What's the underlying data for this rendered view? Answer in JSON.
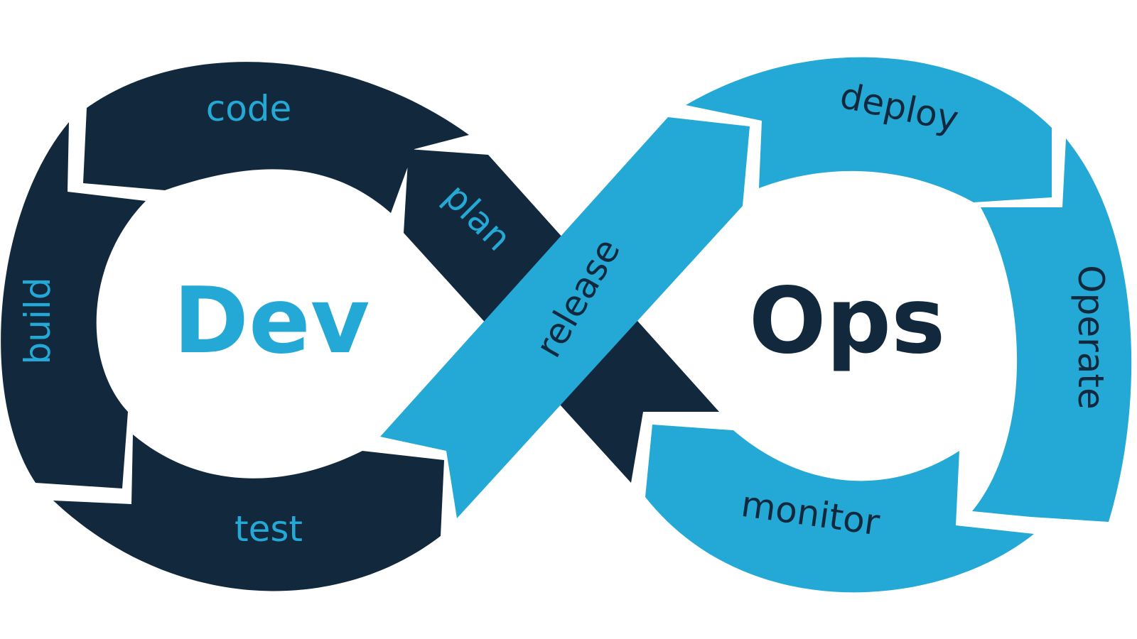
{
  "title_left": "Dev",
  "title_right": "Ops",
  "stages": {
    "plan": "plan",
    "code": "code",
    "build": "build",
    "test": "test",
    "release": "release",
    "deploy": "deploy",
    "operate": "Operate",
    "monitor": "monitor"
  },
  "colors": {
    "dark": "#12293d",
    "light": "#24a9d6",
    "background": "#ffffff"
  }
}
